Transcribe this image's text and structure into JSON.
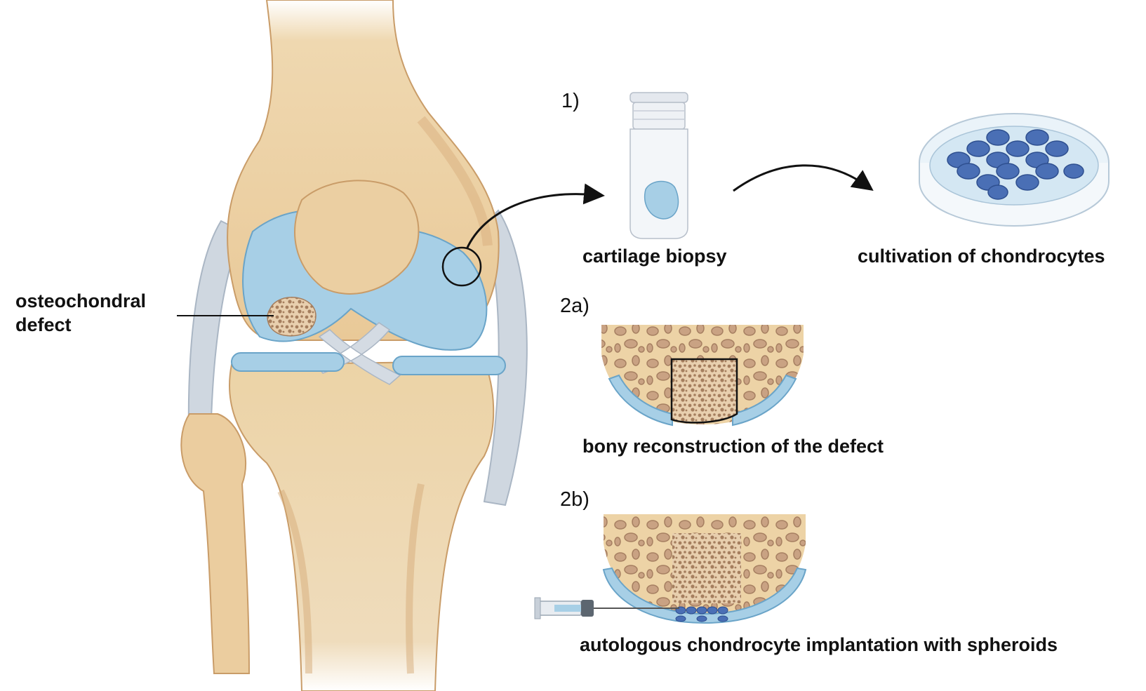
{
  "labels": {
    "osteochondral_defect": "osteochondral\ndefect",
    "step1": "1)",
    "cartilage_biopsy": "cartilage biopsy",
    "cultivation": "cultivation of chondrocytes",
    "step2a": "2a)",
    "bony_reconstruction": "bony reconstruction of the defect",
    "step2b": "2b)",
    "aci_spheroids": "autologous chondrocyte implantation with spheroids"
  },
  "colors": {
    "bone": "#edd3a6",
    "bone_dark": "#d7a874",
    "cartilage": "#a7cfe6",
    "cartilage_dark": "#6aa4c8",
    "ligament": "#cdd5de",
    "spongy": "#c49a7a",
    "chondrocyte": "#4a6fb5",
    "text": "#111111"
  },
  "icons": [
    "knee-joint-illustration",
    "biopsy-vial-icon",
    "petri-dish-icon",
    "bone-cross-section-icon",
    "syringe-icon",
    "arrow-icon"
  ]
}
